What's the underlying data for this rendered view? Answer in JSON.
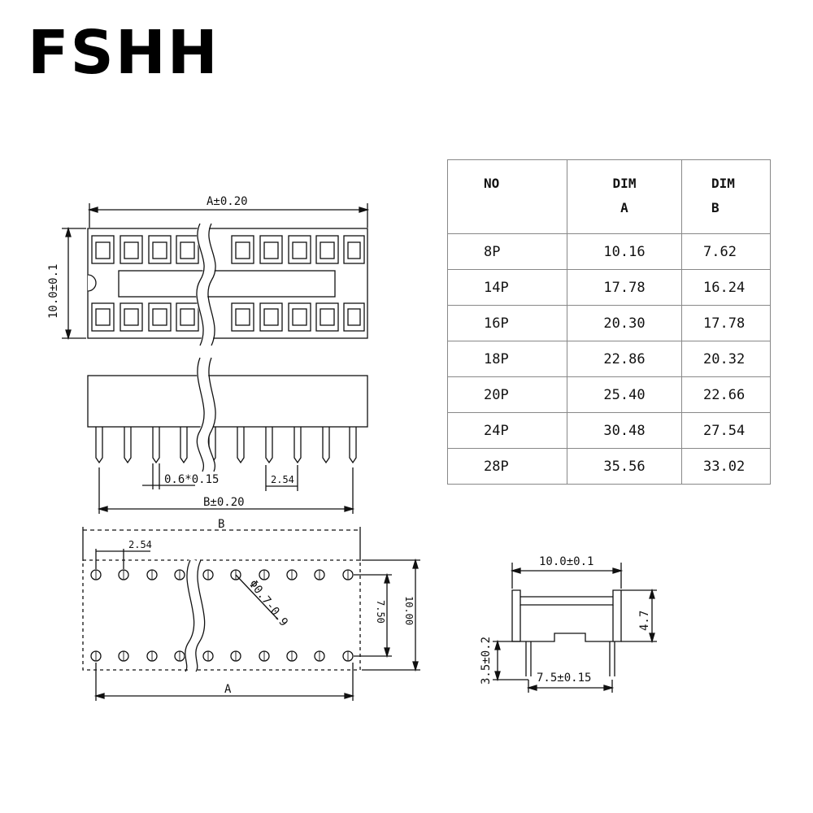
{
  "brand": "FSHH",
  "top_view": {
    "dim_a": "A±0.20",
    "dim_height": "10.0±0.1"
  },
  "side_view": {
    "pin_width": "0.6*0.15",
    "pitch": "2.54",
    "dim_b": "B±0.20"
  },
  "footprint": {
    "label_b": "B",
    "label_a": "A",
    "pitch": "2.54",
    "hole": "Φ0.7-0.9",
    "row_spacing": "7.50",
    "outline": "10.00"
  },
  "end_view": {
    "width": "10.0±0.1",
    "height": "4.7",
    "pin_length": "3.5±0.2",
    "row_spacing": "7.5±0.15"
  },
  "table": {
    "headers": [
      {
        "line1": "NO",
        "line2": ""
      },
      {
        "line1": "DIM",
        "line2": "A"
      },
      {
        "line1": "DIM",
        "line2": "B"
      }
    ],
    "rows": [
      [
        "8P",
        "10.16",
        "7.62"
      ],
      [
        "14P",
        "17.78",
        "16.24"
      ],
      [
        "16P",
        "20.30",
        "17.78"
      ],
      [
        "18P",
        "22.86",
        "20.32"
      ],
      [
        "20P",
        "25.40",
        "22.66"
      ],
      [
        "24P",
        "30.48",
        "27.54"
      ],
      [
        "28P",
        "35.56",
        "33.02"
      ]
    ]
  }
}
